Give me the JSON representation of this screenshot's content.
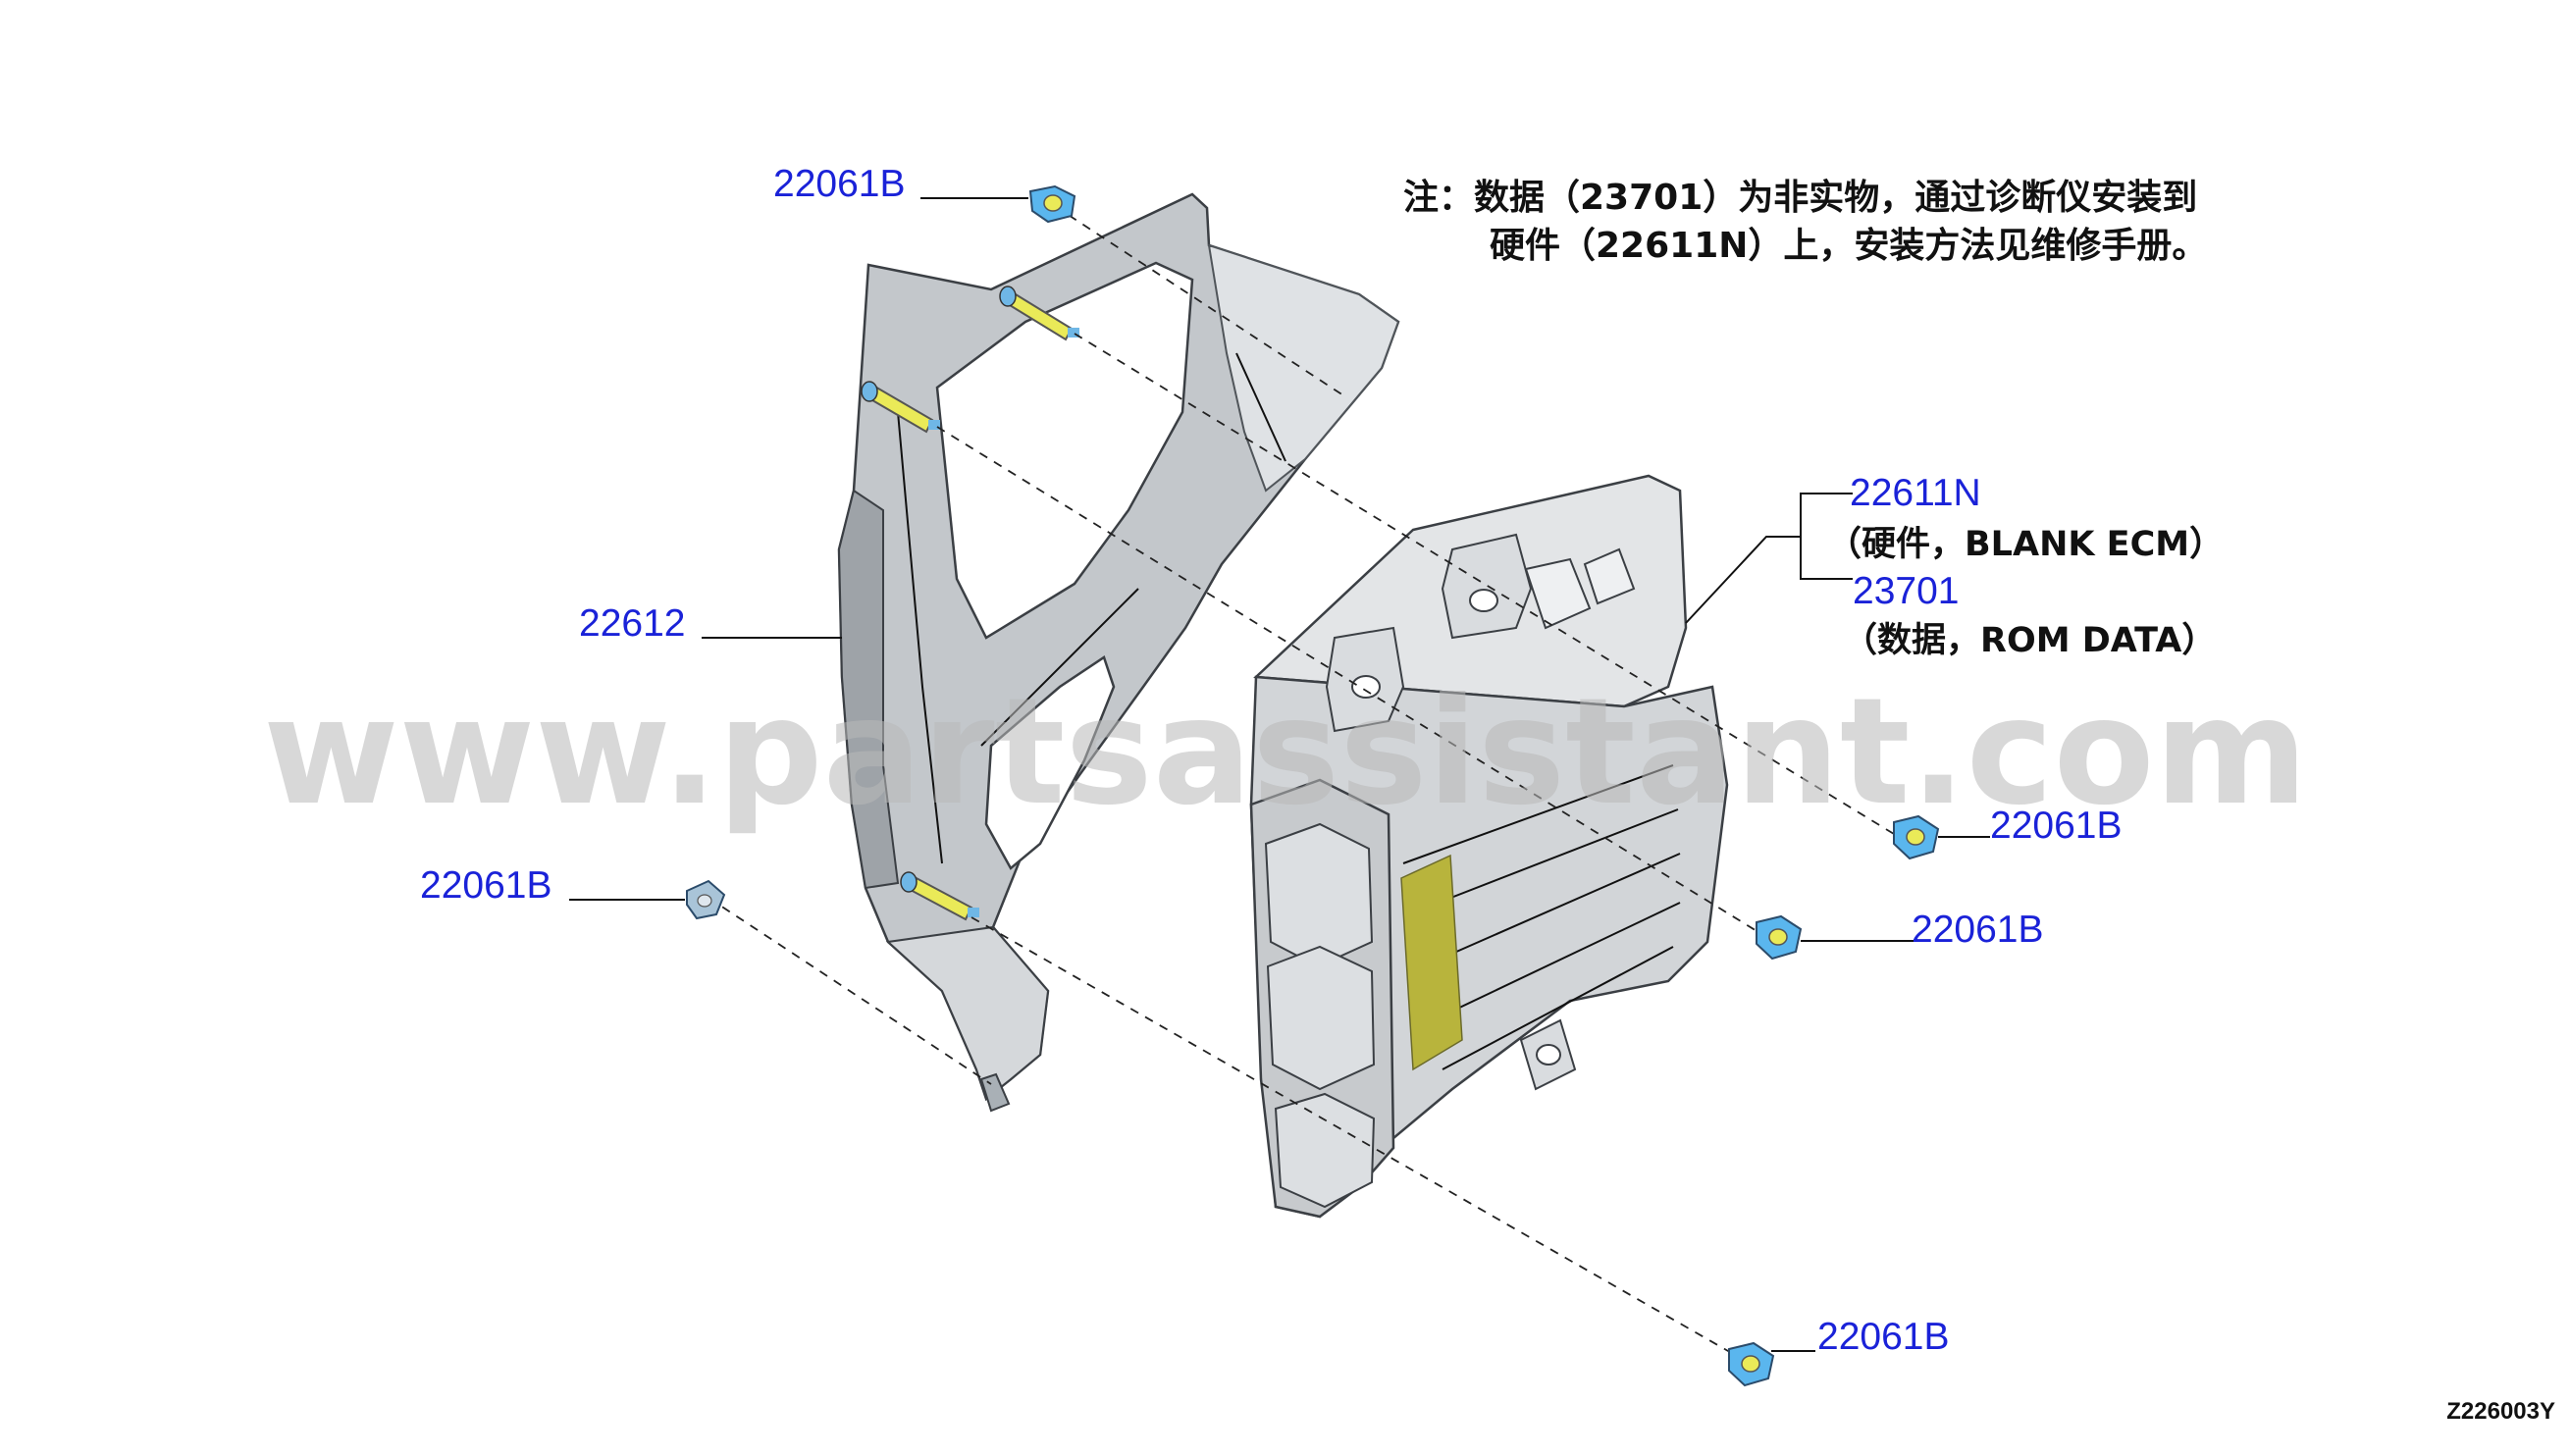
{
  "note": {
    "line1": "注：数据（23701）为非实物，通过诊断仪安装到",
    "line2": "硬件（22611N）上，安装方法见维修手册。"
  },
  "callouts": {
    "bracket": "22612",
    "ecm_hardware": "22611N",
    "ecm_hardware_desc": "（硬件，BLANK ECM）",
    "ecm_data": "23701",
    "ecm_data_desc": "（数据，ROM DATA）",
    "nut_top_left": "22061B",
    "nut_left": "22061B",
    "nut_right_upper": "22061B",
    "nut_right_middle": "22061B",
    "nut_bottom": "22061B"
  },
  "watermark": "www.partsassistant.com",
  "diagram_code": "Z226003Y",
  "colors": {
    "label_blue": "#1a22d8",
    "nut_blue": "#5ab6ee",
    "stud_yellow": "#eaea58",
    "ecm_label_olive": "#b8b43c",
    "part_gray": "#c9cccf"
  }
}
